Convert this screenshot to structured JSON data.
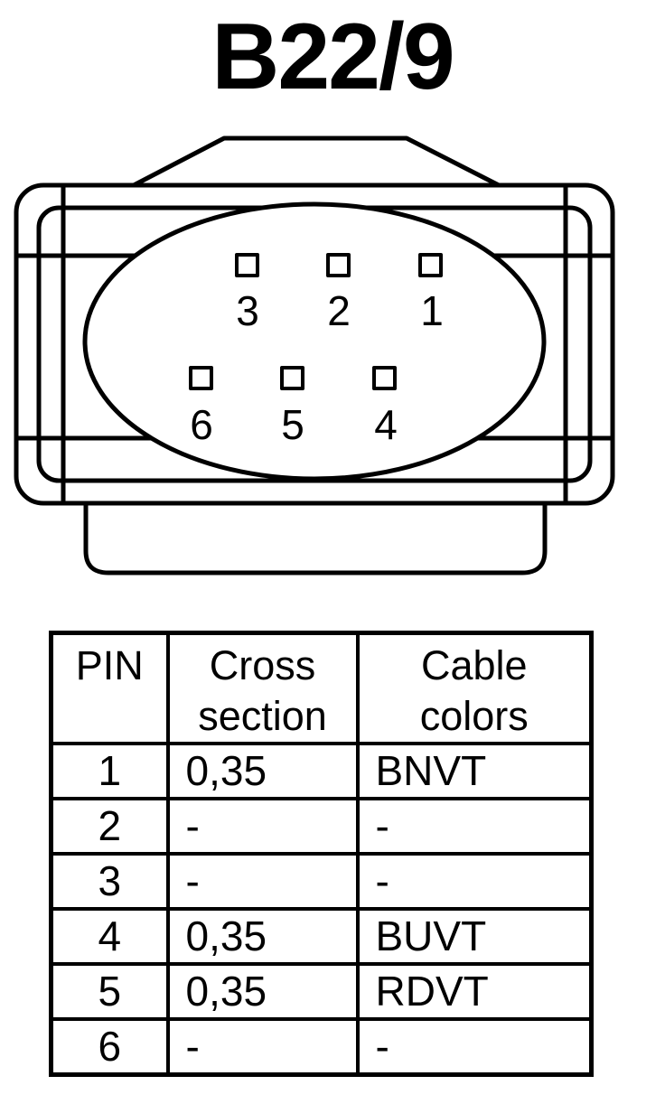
{
  "title": "B22/9",
  "connector": {
    "pins_top": [
      "3",
      "2",
      "1"
    ],
    "pins_bottom": [
      "6",
      "5",
      "4"
    ]
  },
  "table": {
    "headers": {
      "pin": "PIN",
      "cross_line1": "Cross",
      "cross_line2": "section",
      "colors_line1": "Cable",
      "colors_line2": "colors"
    },
    "rows": [
      {
        "pin": "1",
        "cross": "0,35",
        "color": "BNVT"
      },
      {
        "pin": "2",
        "cross": "-",
        "color": "-"
      },
      {
        "pin": "3",
        "cross": "-",
        "color": "-"
      },
      {
        "pin": "4",
        "cross": "0,35",
        "color": "BUVT"
      },
      {
        "pin": "5",
        "cross": "0,35",
        "color": "RDVT"
      },
      {
        "pin": "6",
        "cross": "-",
        "color": "-"
      }
    ]
  }
}
